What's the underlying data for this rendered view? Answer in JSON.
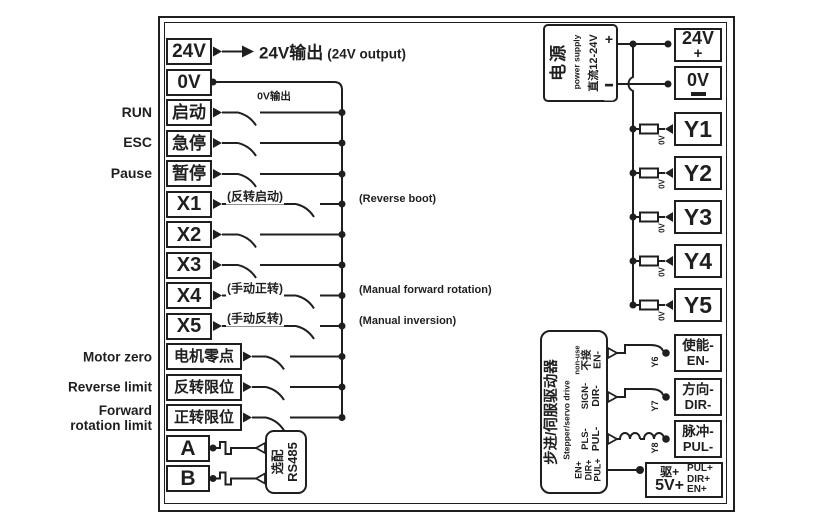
{
  "external_labels": {
    "run": "RUN",
    "esc": "ESC",
    "pause": "Pause",
    "motor_zero": "Motor zero",
    "reverse_limit": "Reverse limit",
    "forward_line1": "Forward",
    "forward_line2": "rotation limit"
  },
  "terminals_left": [
    "24V",
    "0V",
    "启动",
    "急停",
    "暂停",
    "X1",
    "X2",
    "X3",
    "X4",
    "X5",
    "电机零点",
    "反转限位",
    "正转限位",
    "A",
    "B"
  ],
  "annotations": {
    "out24_zh": "24V输出",
    "out24_en": "(24V output)",
    "out0": "0V输出",
    "x1_zh": "(反转启动)",
    "x1_en": "(Reverse boot)",
    "x4_zh": "(手动正转)",
    "x4_en": "(Manual forward rotation)",
    "x5_zh": "(手动反转)",
    "x5_en": "(Manual inversion)"
  },
  "power_supply": {
    "zh": "电源",
    "en": "power supply",
    "rating": "直流12-24V",
    "plus": "+",
    "minus": "−"
  },
  "rs485": {
    "l1": "选配",
    "l2": "RS485"
  },
  "drive": {
    "zh": "步进/伺服驱动器",
    "en": "Stepper/servo drive",
    "port_en": [
      "non-use",
      "不接",
      "EN-"
    ],
    "port_dir": [
      "SIGN-",
      "DIR-"
    ],
    "port_pul": [
      "PLS-",
      "PUL-"
    ],
    "bundle": [
      "EN+",
      "DIR+",
      "PUL+"
    ]
  },
  "right": {
    "t24": {
      "l1": "24V",
      "l2": "+"
    },
    "t0": {
      "l1": "0V",
      "l2": "−"
    },
    "y": [
      "Y1",
      "Y2",
      "Y3",
      "Y4",
      "Y5"
    ],
    "y_wire_label": "0V",
    "en": {
      "l1": "使能-",
      "l2": "EN-",
      "tag": "Y6"
    },
    "dir": {
      "l1": "方向-",
      "l2": "DIR-",
      "tag": "Y7"
    },
    "pul": {
      "l1": "脉冲-",
      "l2": "PUL-",
      "tag": "Y8"
    },
    "drv": {
      "l1": "驱+",
      "l2": "5V+",
      "r": [
        "PUL+",
        "DIR+",
        "EN+"
      ]
    }
  },
  "colors": {
    "ink": "#1f1f1f",
    "bg": "#ffffff"
  }
}
